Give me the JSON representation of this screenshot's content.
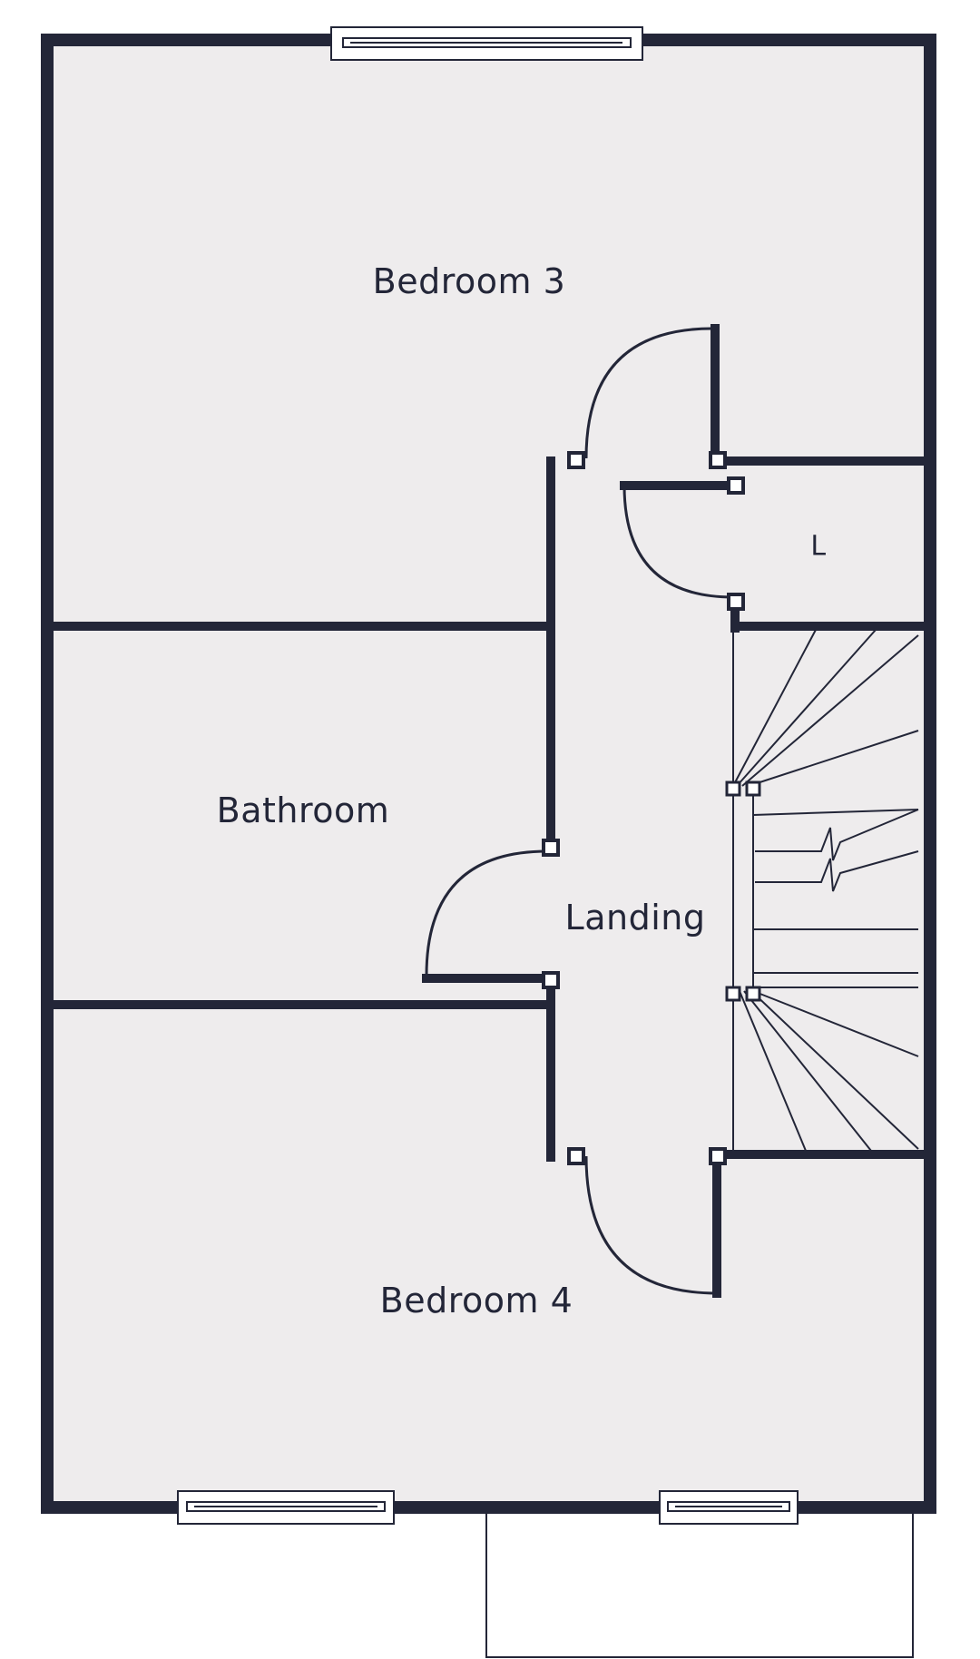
{
  "plan": {
    "rooms": [
      {
        "id": "bedroom-3",
        "label": "Bedroom 3"
      },
      {
        "id": "l",
        "label": "L"
      },
      {
        "id": "bathroom",
        "label": "Bathroom"
      },
      {
        "id": "landing",
        "label": "Landing"
      },
      {
        "id": "bedroom-4",
        "label": "Bedroom 4"
      }
    ],
    "colors": {
      "wall": "#232638",
      "floor": "#eeeced",
      "background": "#ffffff"
    }
  }
}
